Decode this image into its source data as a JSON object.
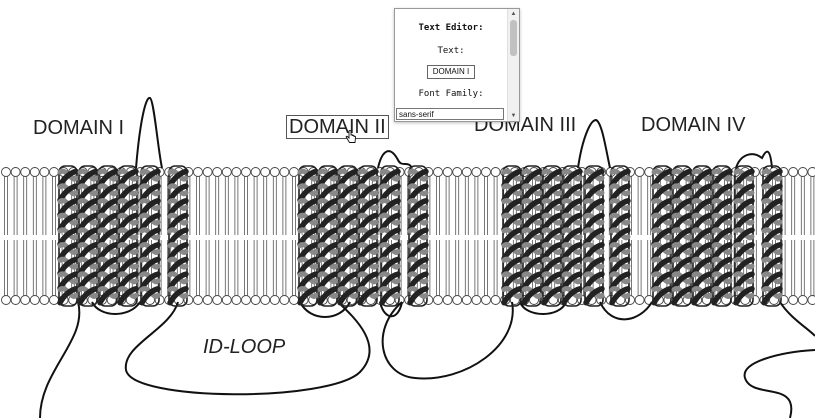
{
  "domains": [
    {
      "label": "DOMAIN I"
    },
    {
      "label": "DOMAIN II"
    },
    {
      "label": "DOMAIN III"
    },
    {
      "label": "DOMAIN IV"
    }
  ],
  "loop_label": "ID-LOOP",
  "text_editor": {
    "title": "Text Editor:",
    "text_label": "Text:",
    "text_value": "DOMAIN I",
    "font_family_label": "Font Family:",
    "font_family_value": "sans-serif"
  },
  "icons": {
    "cursor": "hand-pointer-icon",
    "scroll_up": "triangle-up-icon",
    "scroll_down": "triangle-down-icon"
  },
  "colors": {
    "helix_dark": "#222222",
    "helix_light": "#888888",
    "membrane_line": "#555555"
  }
}
